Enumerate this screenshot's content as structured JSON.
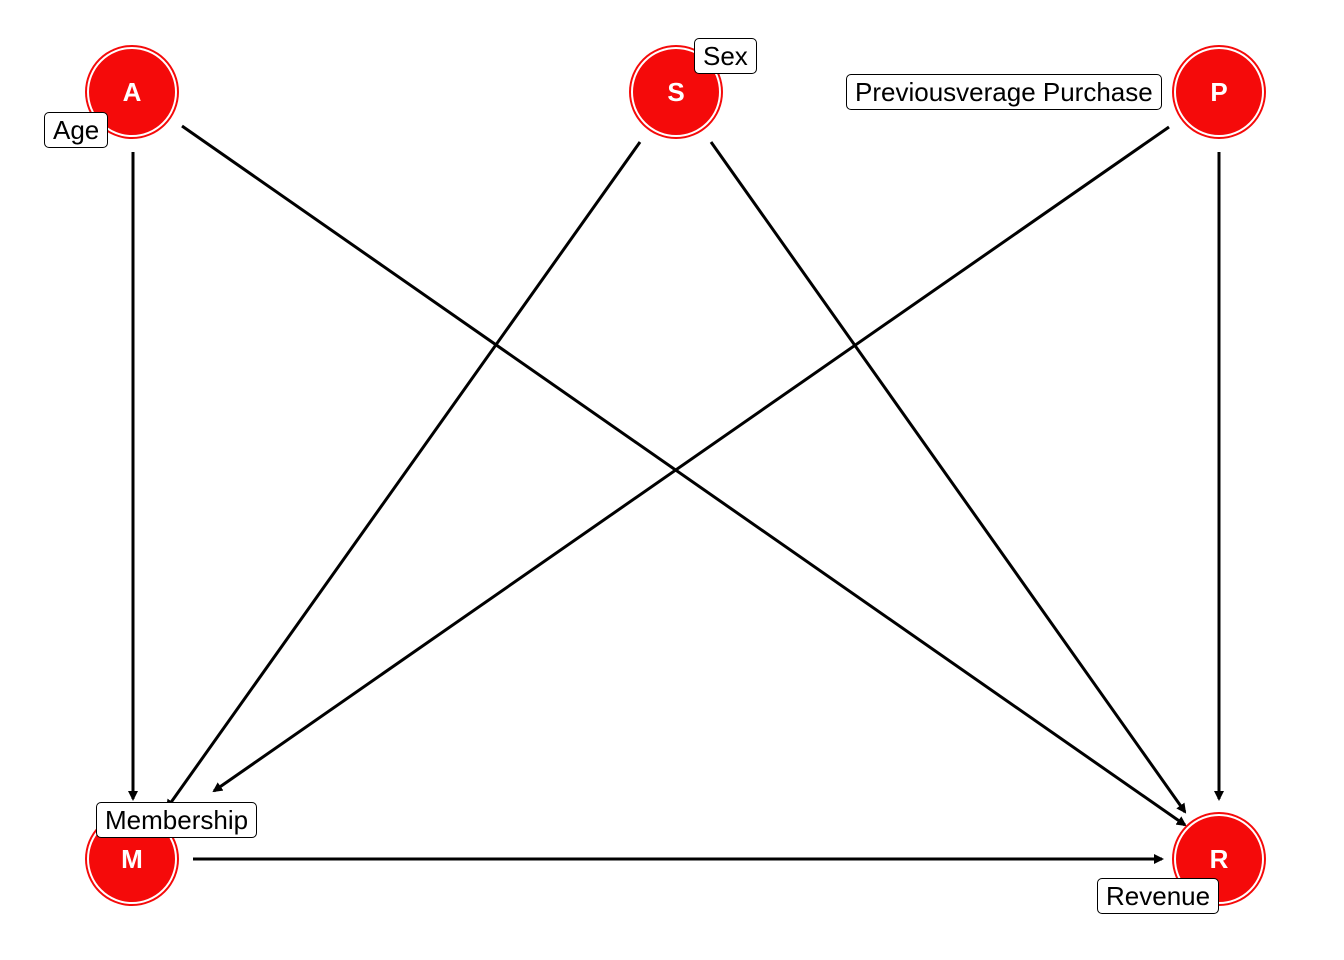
{
  "colors": {
    "node_fill": "#f50a0a",
    "node_ring": "#ffffff",
    "edge": "#000000",
    "label_border": "#000000"
  },
  "nodes": [
    {
      "id": "A",
      "letter": "A",
      "label": "Age"
    },
    {
      "id": "S",
      "letter": "S",
      "label": "Sex"
    },
    {
      "id": "P",
      "letter": "P",
      "label": "Previousverage Purchase"
    },
    {
      "id": "M",
      "letter": "M",
      "label": "Membership"
    },
    {
      "id": "R",
      "letter": "R",
      "label": "Revenue"
    }
  ],
  "edges": [
    {
      "from": "A",
      "to": "M"
    },
    {
      "from": "A",
      "to": "R"
    },
    {
      "from": "S",
      "to": "M"
    },
    {
      "from": "S",
      "to": "R"
    },
    {
      "from": "P",
      "to": "M"
    },
    {
      "from": "P",
      "to": "R"
    },
    {
      "from": "M",
      "to": "R"
    }
  ]
}
